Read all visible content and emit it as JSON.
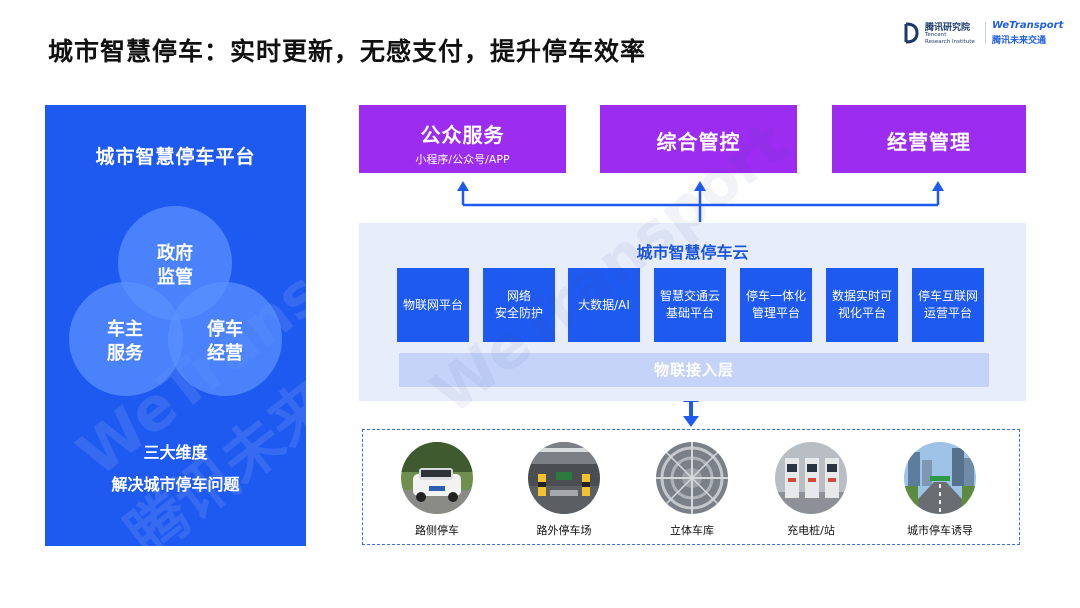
{
  "header": {
    "title": "城市智慧停车：实时更新，无感支付，提升停车效率",
    "logo_tencent_cn": "腾讯研究院",
    "logo_tencent_en_1": "Tencent",
    "logo_tencent_en_2": "Research Institute",
    "logo_wetransport_en": "WeTransport",
    "logo_wetransport_cn": "腾讯未来交通"
  },
  "left_panel": {
    "title": "城市智慧停车平台",
    "circles": [
      {
        "label": "政府\n监管"
      },
      {
        "label": "车主\n服务"
      },
      {
        "label": "停车\n经营"
      }
    ],
    "sub1": "三大维度",
    "sub2": "解决城市停车问题"
  },
  "top_boxes": [
    {
      "label": "公众服务",
      "sub": "小程序/公众号/APP"
    },
    {
      "label": "综合管控"
    },
    {
      "label": "经营管理"
    }
  ],
  "cloud": {
    "title": "城市智慧停车云",
    "modules": [
      "物联网平台",
      "网络\n安全防护",
      "大数据/AI",
      "智慧交通云\n基础平台",
      "停车一体化\n管理平台",
      "数据实时可\n视化平台",
      "停车互联网\n运营平台"
    ],
    "access_layer": "物联接入层"
  },
  "scenes": [
    {
      "label": "路侧停车"
    },
    {
      "label": "路外停车场"
    },
    {
      "label": "立体车库"
    },
    {
      "label": "充电桩/站"
    },
    {
      "label": "城市停车诱导"
    }
  ],
  "watermark": {
    "en": "WeTransport",
    "cn": "腾讯未来交通"
  },
  "colors": {
    "primary_blue": "#1f5af0",
    "purple": "#9b2cf0",
    "cloud_bg": "#e8edfb"
  }
}
